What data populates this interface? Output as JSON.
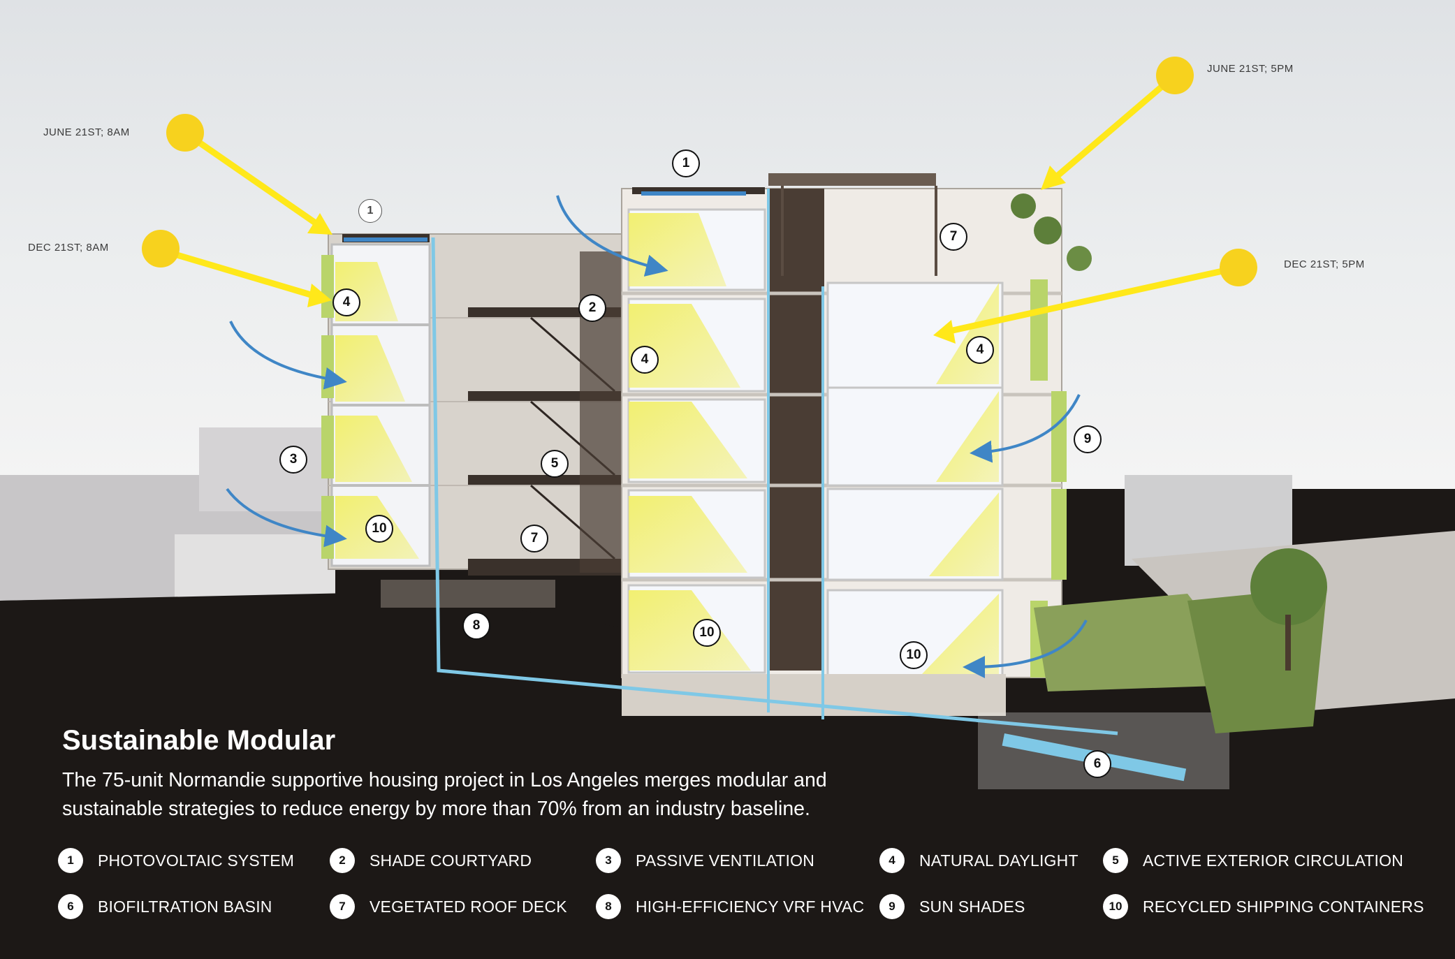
{
  "sun_labels": {
    "june_am": "JUNE 21ST; 8AM",
    "dec_am": "DEC 21ST; 8AM",
    "june_pm": "JUNE 21ST; 5PM",
    "dec_pm": "DEC 21ST; 5PM"
  },
  "callouts": [
    "1",
    "1",
    "4",
    "3",
    "10",
    "2",
    "4",
    "5",
    "7",
    "8",
    "10",
    "7",
    "4",
    "9",
    "10",
    "6"
  ],
  "title": "Sustainable Modular",
  "description": "The 75-unit Normandie supportive housing project in Los Angeles merges modular and sustainable strategies to reduce energy by more than 70% from an industry baseline.",
  "legend": [
    {
      "num": "1",
      "label": "PHOTOVOLTAIC SYSTEM"
    },
    {
      "num": "2",
      "label": "SHADE COURTYARD"
    },
    {
      "num": "3",
      "label": "PASSIVE VENTILATION"
    },
    {
      "num": "4",
      "label": "NATURAL DAYLIGHT"
    },
    {
      "num": "5",
      "label": "ACTIVE EXTERIOR CIRCULATION"
    },
    {
      "num": "6",
      "label": "BIOFILTRATION BASIN"
    },
    {
      "num": "7",
      "label": "VEGETATED ROOF DECK"
    },
    {
      "num": "8",
      "label": "HIGH-EFFICIENCY VRF HVAC"
    },
    {
      "num": "9",
      "label": "SUN SHADES"
    },
    {
      "num": "10",
      "label": "RECYCLED SHIPPING CONTAINERS"
    }
  ],
  "colors": {
    "sun": "#f7d21e",
    "sun_ray": "#ffe81a",
    "airflow_arrow": "#3f86c6",
    "water_line": "#7fc8e6",
    "daylight_wedge": "#f2ef6a",
    "sun_shade": "#b9d46a",
    "ground": "#1c1816"
  }
}
